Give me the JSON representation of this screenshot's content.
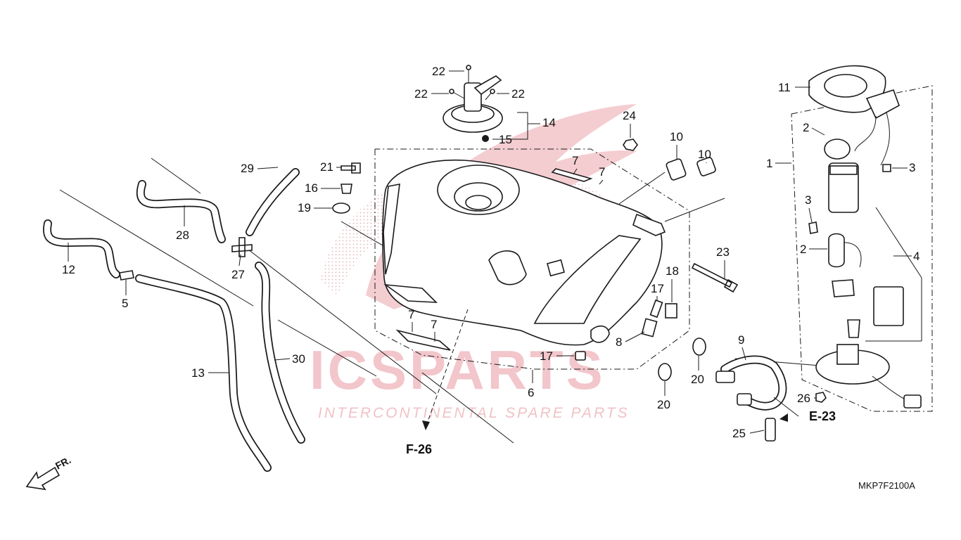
{
  "diagram_code": "MKP7F2100A",
  "watermark": {
    "brand": "ICSPARTS",
    "tagline": "INTERCONTINENTAL SPARE PARTS"
  },
  "direction_marker": "FR.",
  "references": {
    "f26": "F-26",
    "e23": "E-23"
  },
  "callouts": {
    "c1": "1",
    "c2a": "2",
    "c2b": "2",
    "c3a": "3",
    "c3b": "3",
    "c4": "4",
    "c5": "5",
    "c6": "6",
    "c7a": "7",
    "c7b": "7",
    "c7c": "7",
    "c7d": "7",
    "c8": "8",
    "c9": "9",
    "c10a": "10",
    "c10b": "10",
    "c11": "11",
    "c12": "12",
    "c13": "13",
    "c14": "14",
    "c15": "15",
    "c16": "16",
    "c17a": "17",
    "c17b": "17",
    "c18": "18",
    "c19": "19",
    "c20a": "20",
    "c20b": "20",
    "c21": "21",
    "c22a": "22",
    "c22b": "22",
    "c22c": "22",
    "c23": "23",
    "c24": "24",
    "c25": "25",
    "c26": "26",
    "c27": "27",
    "c28": "28",
    "c29": "29",
    "c30": "30"
  },
  "colors": {
    "line": "#1a1a1a",
    "watermark": "#f2c6cb",
    "dots": "#e2a9ae"
  }
}
